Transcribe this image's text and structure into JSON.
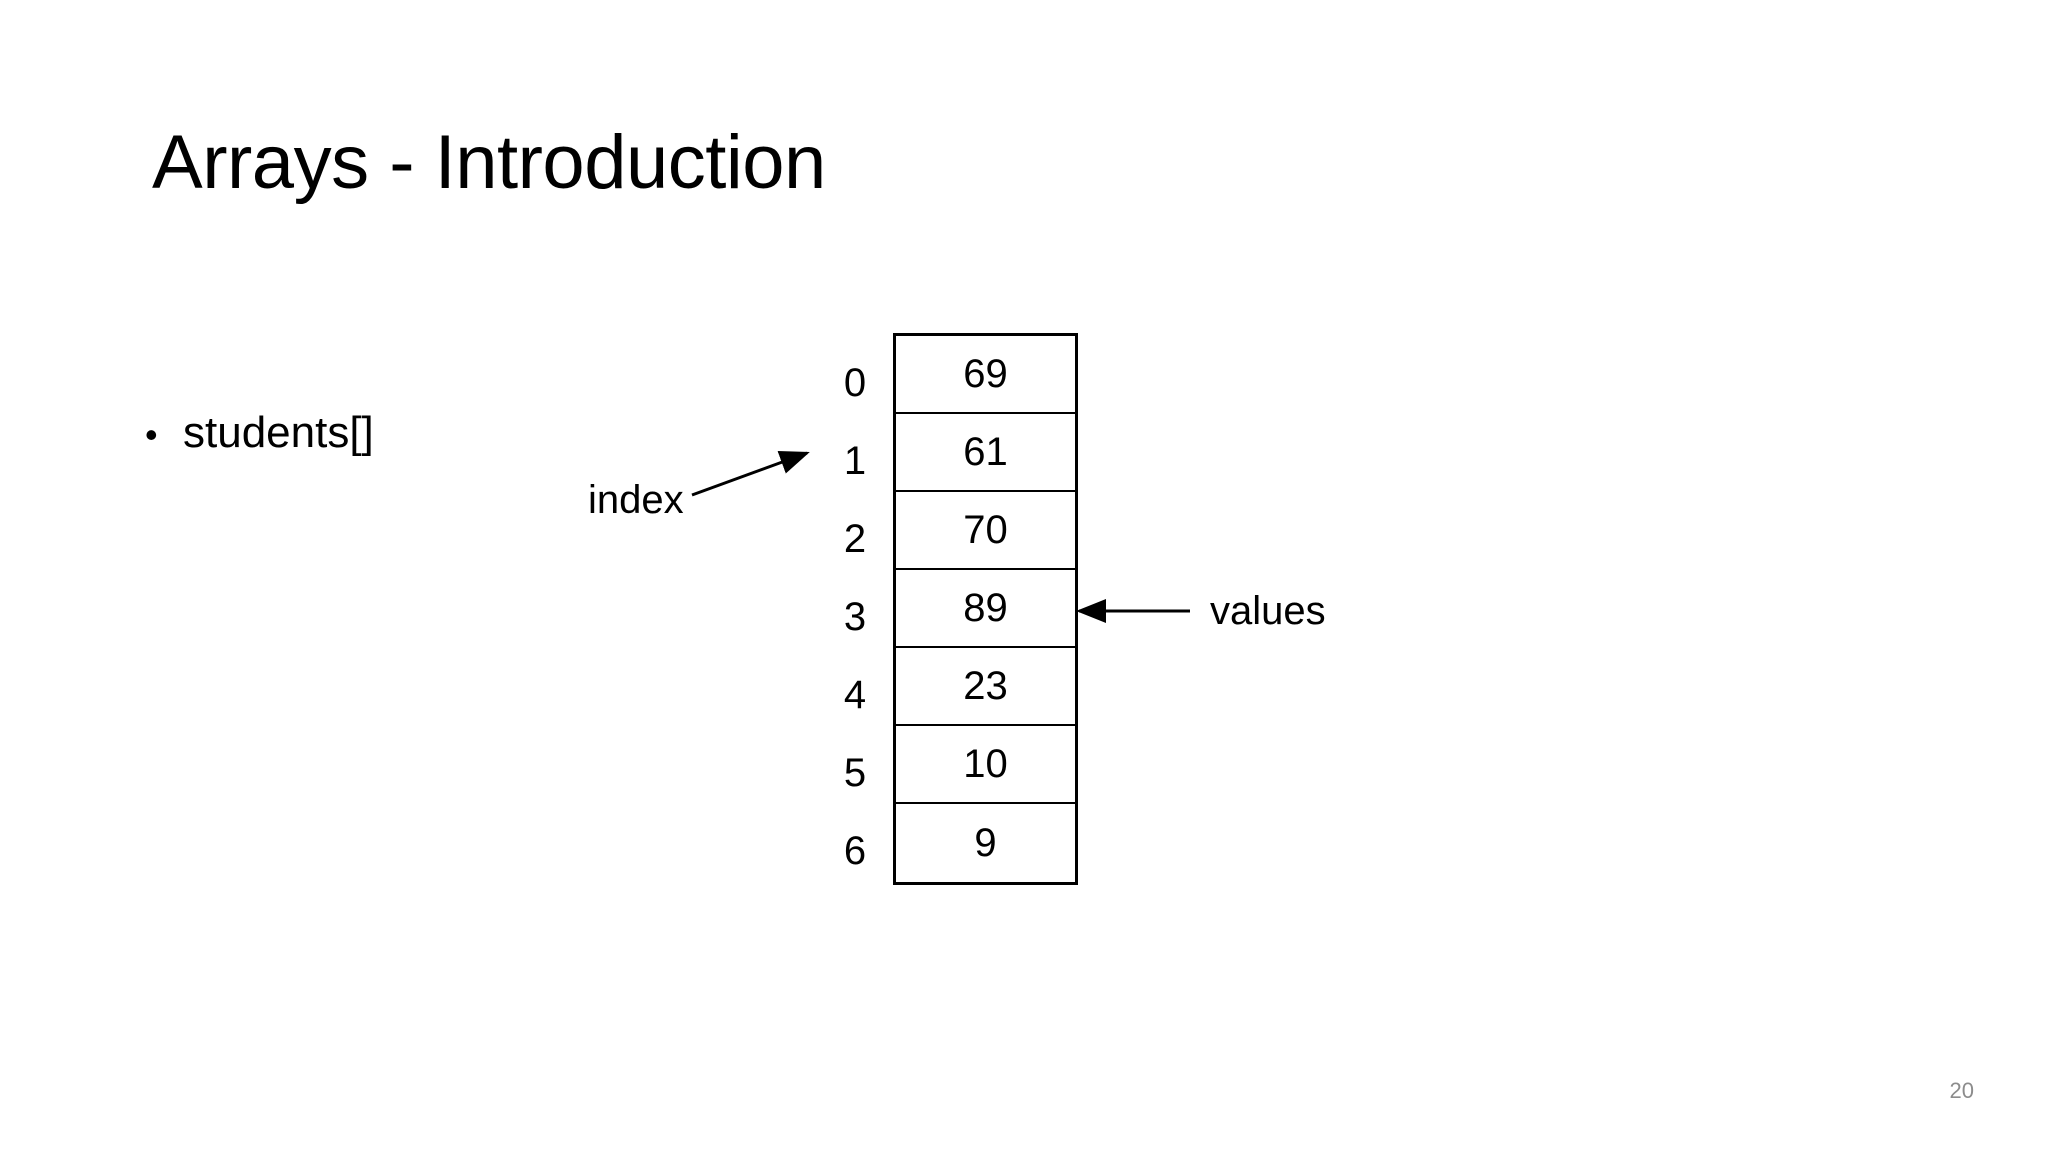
{
  "slide": {
    "title": "Arrays - Introduction",
    "number": "20",
    "background_color": "#ffffff",
    "text_color": "#000000",
    "slide_number_color": "#8c8c8c"
  },
  "bullets": [
    {
      "marker": "•",
      "text": "students[]"
    }
  ],
  "diagram": {
    "index_label": "index",
    "values_label": "values",
    "index_arrow": {
      "name": "index-arrow",
      "points_to_index": "1",
      "direction": "up-right"
    },
    "values_arrow": {
      "name": "values-arrow",
      "points_to_index": "3",
      "direction": "left"
    },
    "indices": [
      "0",
      "1",
      "2",
      "3",
      "4",
      "5",
      "6"
    ],
    "values": [
      "69",
      "61",
      "70",
      "89",
      "23",
      "10",
      "9"
    ],
    "border_color": "#000000"
  },
  "chart_data": {
    "type": "table",
    "title": "Arrays - Introduction",
    "categories": [
      "0",
      "1",
      "2",
      "3",
      "4",
      "5",
      "6"
    ],
    "values": [
      69,
      61,
      70,
      89,
      23,
      10,
      9
    ],
    "xlabel": "index",
    "ylabel": "values",
    "annotations": [
      "index",
      "values"
    ]
  }
}
